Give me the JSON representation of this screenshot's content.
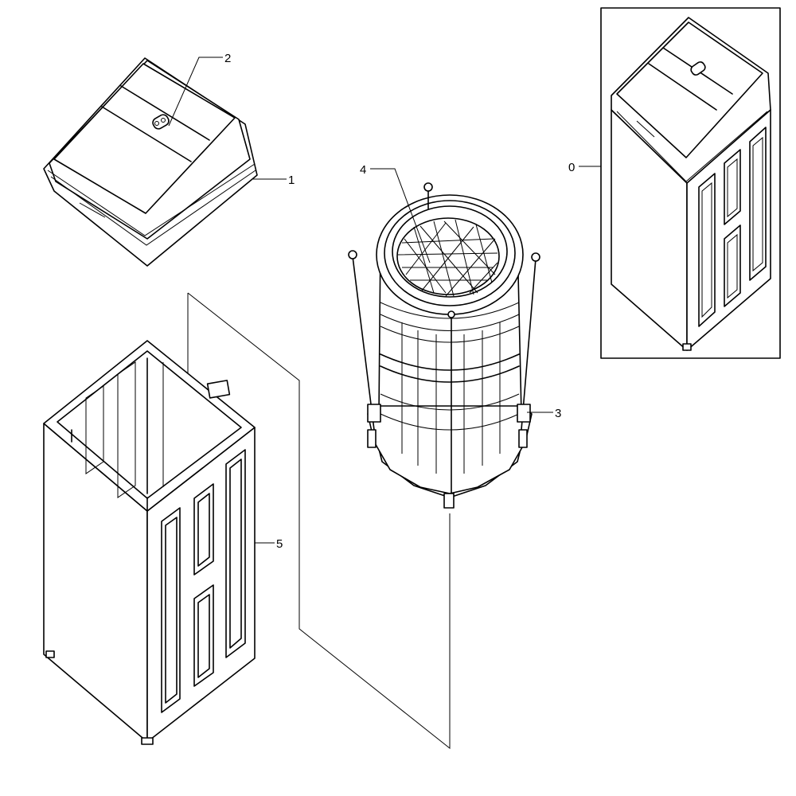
{
  "diagram": {
    "callouts": [
      {
        "id": "part-0",
        "label": "0"
      },
      {
        "id": "part-1",
        "label": "1"
      },
      {
        "id": "part-2",
        "label": "2"
      },
      {
        "id": "part-3",
        "label": "3"
      },
      {
        "id": "part-4",
        "label": "4"
      },
      {
        "id": "part-5",
        "label": "5"
      }
    ]
  }
}
